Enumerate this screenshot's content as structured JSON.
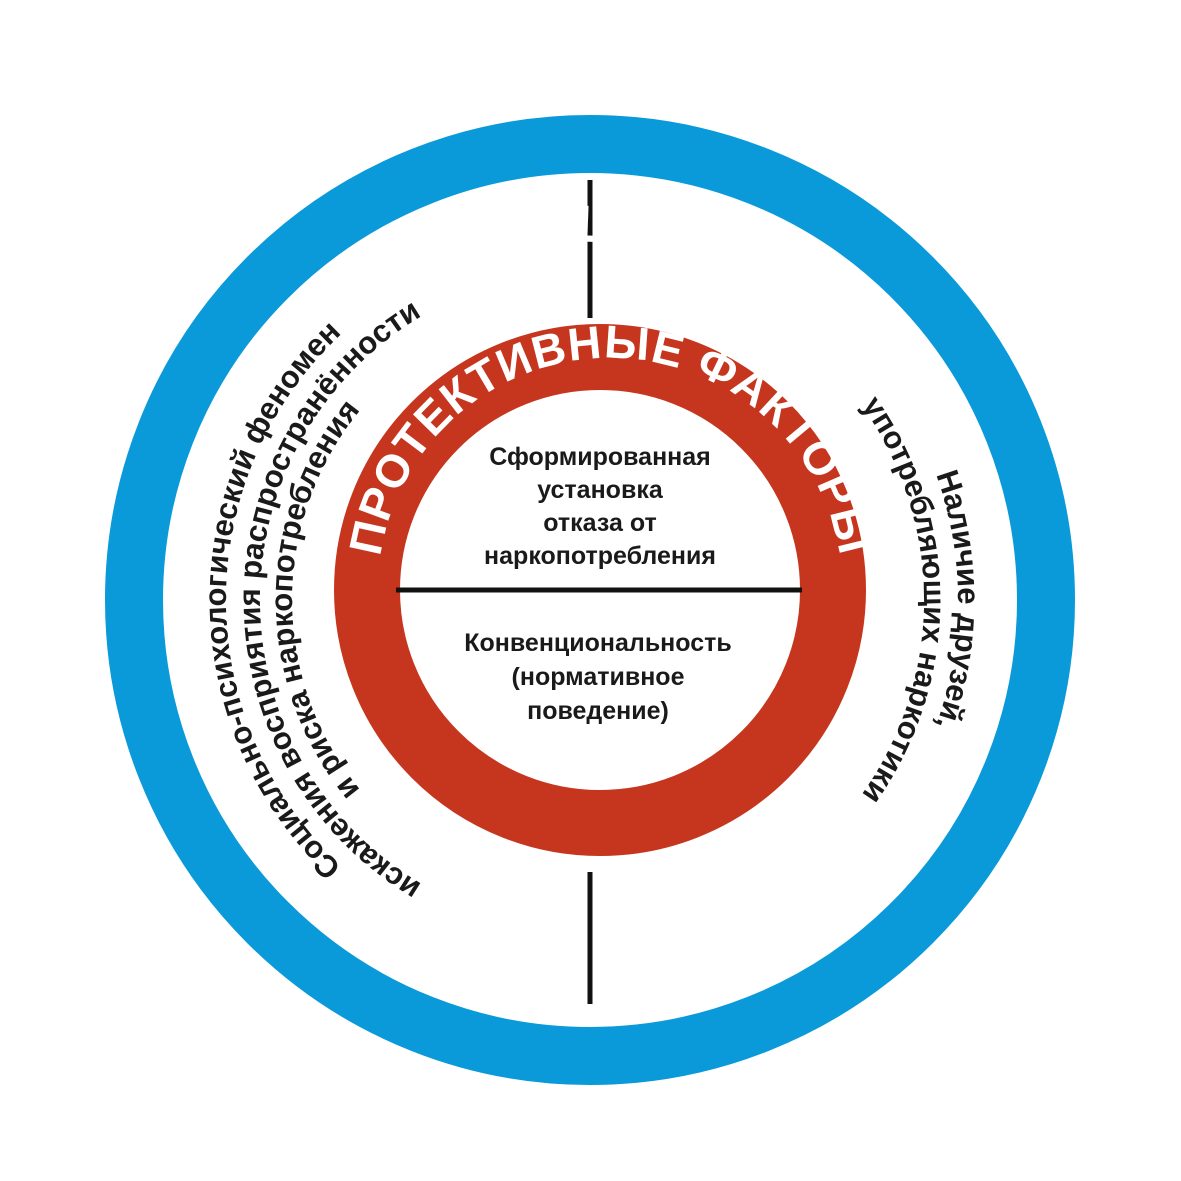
{
  "colors": {
    "outer_ring": "#0a9ad9",
    "inner_ring": "#c6361e",
    "divider": "#111111",
    "background": "#ffffff"
  },
  "outer": {
    "title": "ПРОВОЦИРУЮЩИЕ ФАКТОРЫ",
    "left_factor": {
      "line1": "Социально-психологический феномен",
      "line2": "искажения восприятия распространённости",
      "line3": "и риска наркопотребления"
    },
    "right_factor": {
      "line1": "Наличие друзей,",
      "line2": "употребляющих наркотики"
    }
  },
  "inner": {
    "title": "ПРОТЕКТИВНЫЕ ФАКТОРЫ",
    "top_factor": {
      "line1": "Сформированная",
      "line2": "установка",
      "line3": "отказа от",
      "line4": "наркопотребления"
    },
    "bottom_factor": {
      "line1": "Конвенциональность",
      "line2": "(нормативное",
      "line3": "поведение)"
    }
  }
}
